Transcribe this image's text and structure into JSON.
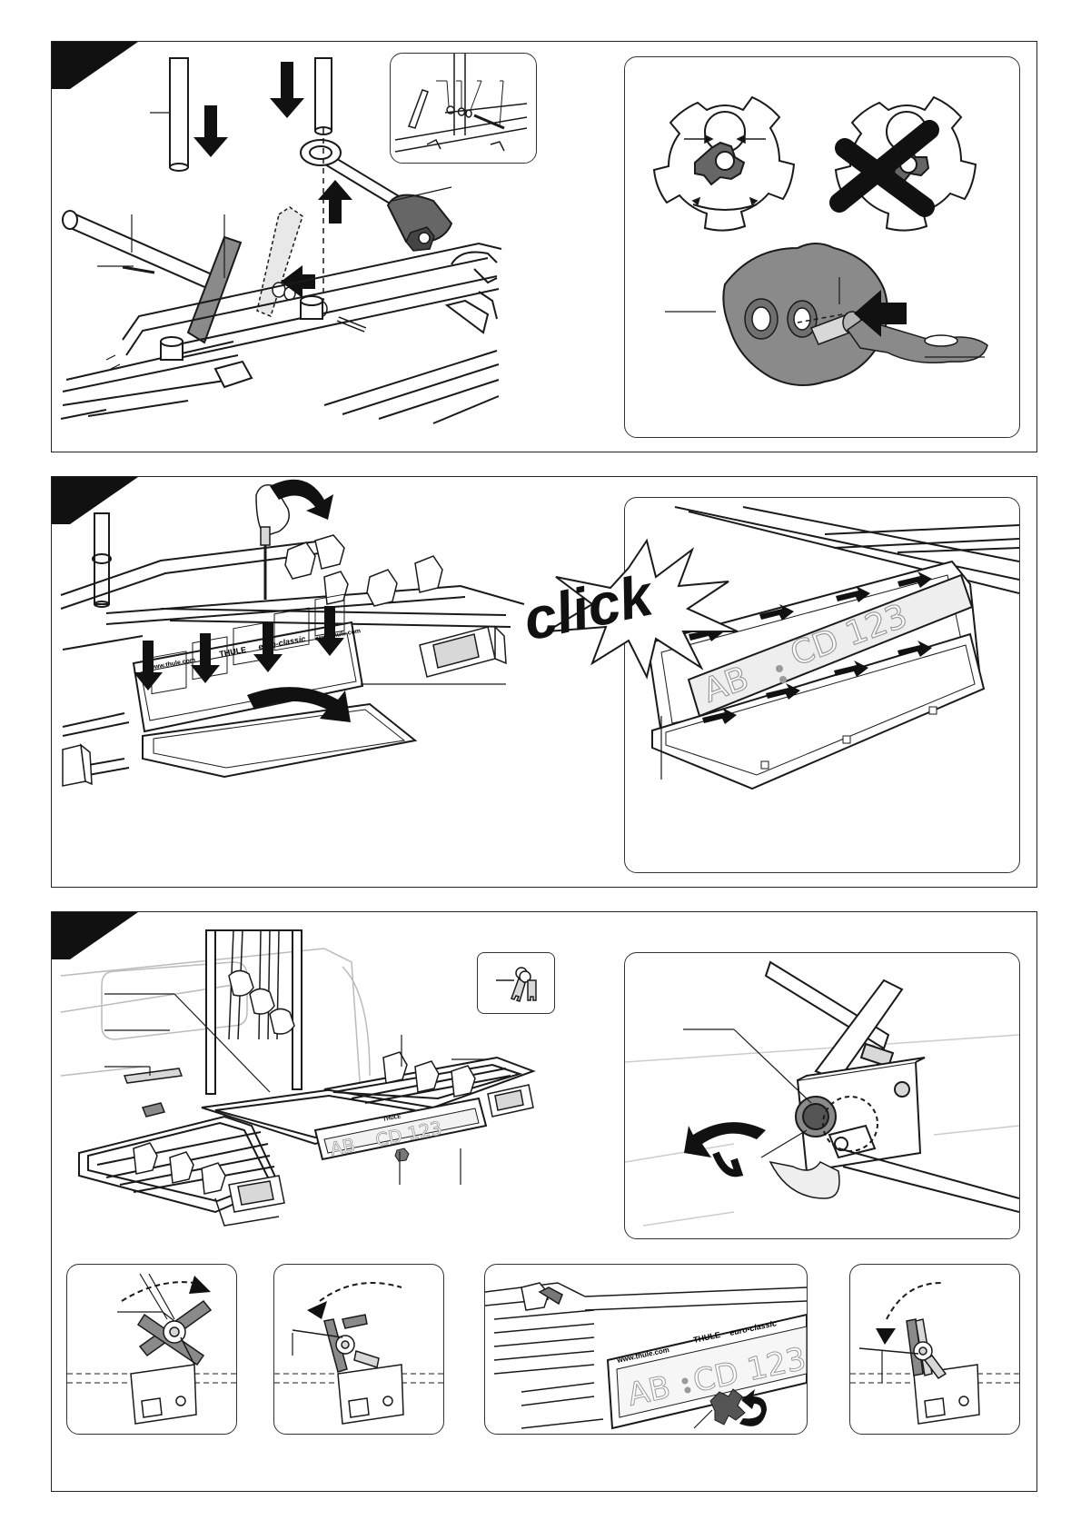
{
  "plates": {
    "plate_a": "AB",
    "plate_b": "CD 123"
  },
  "brand": {
    "logo": "THULE",
    "model": "euro-classic",
    "url": "www.thule.com"
  },
  "callout_text": "click",
  "colors": {
    "line": "#1a1a1a",
    "mid_gray": "#8a8a8a",
    "dark_gray": "#555555",
    "light_gray": "#d8d8d8",
    "hatch": "#b5b5b5"
  }
}
